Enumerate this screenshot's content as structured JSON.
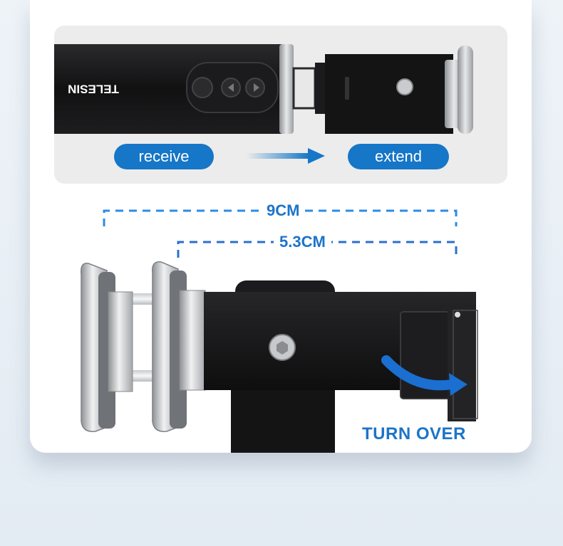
{
  "top_panel": {
    "brand_text": "TELESIN",
    "receive_label": "receive",
    "extend_label": "extend"
  },
  "dimensions": {
    "outer_label": "9CM",
    "inner_label": "5.3CM"
  },
  "action_label": "TURN OVER",
  "colors": {
    "accent_blue": "#1676c7",
    "label_blue": "#1c74c9",
    "dash_blue": "#2a8ce6"
  }
}
